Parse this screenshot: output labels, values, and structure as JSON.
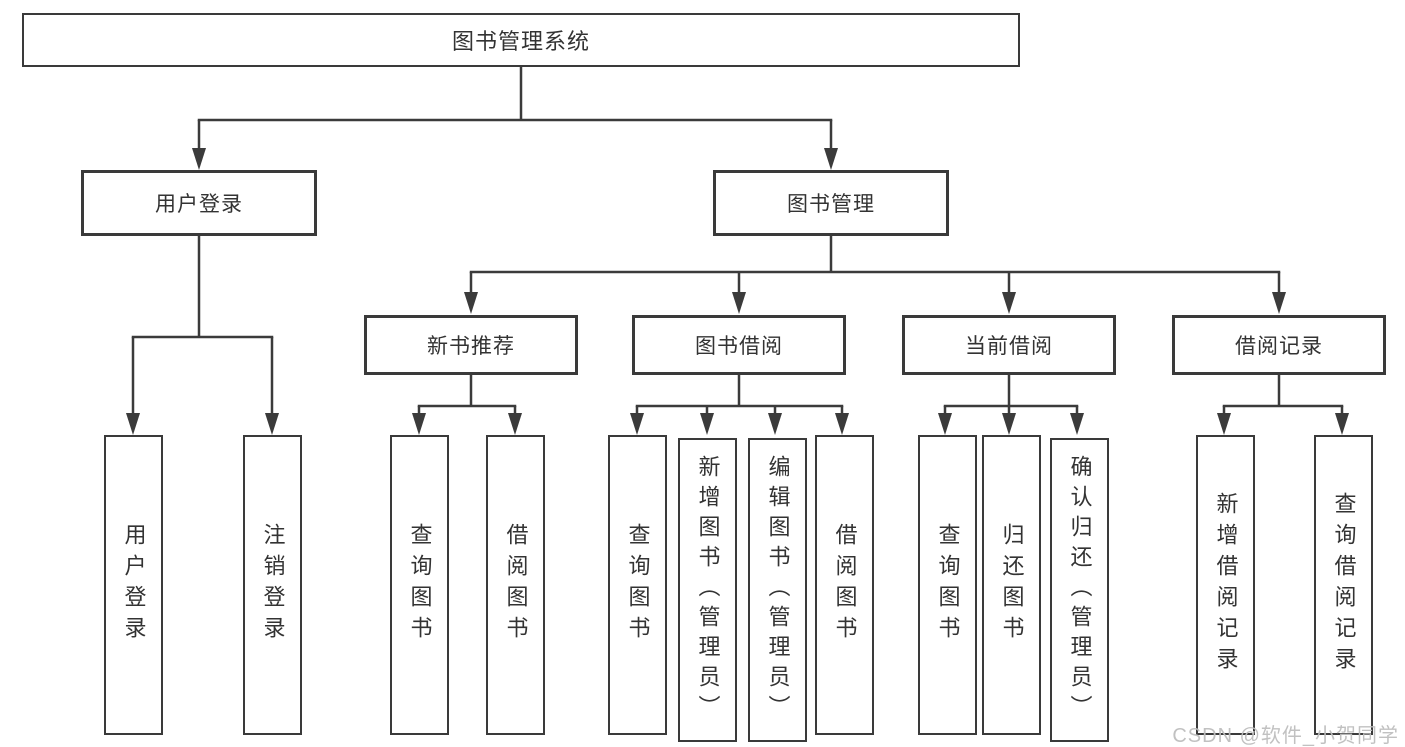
{
  "tree": {
    "label": "图书管理系统",
    "children": [
      {
        "label": "用户登录",
        "children": [
          {
            "label": "用户登录"
          },
          {
            "label": "注销登录"
          }
        ]
      },
      {
        "label": "图书管理",
        "children": [
          {
            "label": "新书推荐",
            "children": [
              {
                "label": "查询图书"
              },
              {
                "label": "借阅图书"
              }
            ]
          },
          {
            "label": "图书借阅",
            "children": [
              {
                "label": "查询图书"
              },
              {
                "label": "新增图书（管理员）"
              },
              {
                "label": "编辑图书（管理员）"
              },
              {
                "label": "借阅图书"
              }
            ]
          },
          {
            "label": "当前借阅",
            "children": [
              {
                "label": "查询图书"
              },
              {
                "label": "归还图书"
              },
              {
                "label": "确认归还（管理员）"
              }
            ]
          },
          {
            "label": "借阅记录",
            "children": [
              {
                "label": "新增借阅记录"
              },
              {
                "label": "查询借阅记录"
              }
            ]
          }
        ]
      }
    ]
  },
  "watermark": "CSDN @软件_小贺同学",
  "colors": {
    "line": "#3b3b3b",
    "text": "#333333",
    "watermark": "#bebebe",
    "background": "#ffffff"
  }
}
